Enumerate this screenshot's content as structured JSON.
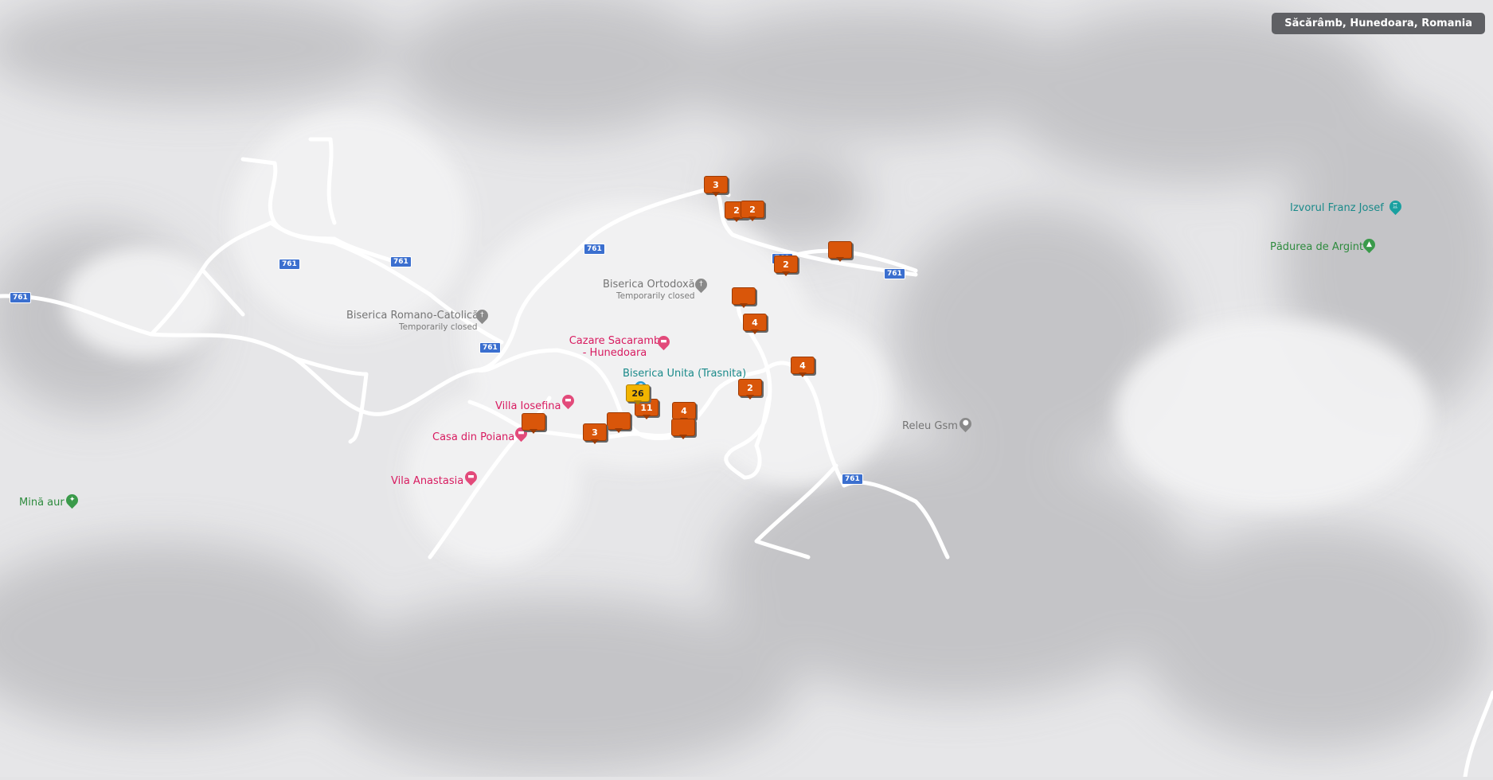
{
  "location": "Săcărâmb, Hunedoara, Romania",
  "colors": {
    "background": "#e4e4e6",
    "road": "#ffffff",
    "marker": "#d9560a",
    "marker_highlight": "#f2b400",
    "shield": "#3b6fcf",
    "poi_religious": "#757575",
    "poi_hotel": "#d81b60",
    "poi_nature": "#2e8b3e",
    "poi_spring": "#1a8a8a"
  },
  "road_shields": [
    "761",
    "761",
    "761",
    "761",
    "761",
    "761",
    "761",
    "761"
  ],
  "pois": [
    {
      "name": "Biserica Romano-Catolică",
      "sub": "Temporarily closed",
      "type": "church",
      "icon": "cross-icon"
    },
    {
      "name": "Biserica Ortodoxă",
      "sub": "Temporarily closed",
      "type": "church",
      "icon": "cross-icon"
    },
    {
      "name": "Cazare Sacaramb - Hunedoara",
      "type": "hotel",
      "icon": "bed-icon"
    },
    {
      "name": "Biserica Unita (Trasnita)",
      "type": "landmark",
      "icon": "pin-icon"
    },
    {
      "name": "Villa Iosefina",
      "type": "hotel",
      "icon": "bed-icon"
    },
    {
      "name": "Casa din Poiana",
      "type": "hotel",
      "icon": "bed-icon"
    },
    {
      "name": "Vila Anastasia",
      "type": "hotel",
      "icon": "bed-icon"
    },
    {
      "name": "Releu Gsm",
      "type": "landmark",
      "icon": "pin-icon"
    },
    {
      "name": "Izvorul Franz Josef",
      "type": "spring",
      "icon": "spring-icon"
    },
    {
      "name": "Pădurea de Argint",
      "type": "forest",
      "icon": "tree-icon"
    },
    {
      "name": "Mină aur",
      "type": "mine",
      "icon": "hiker-icon"
    }
  ],
  "markers": [
    {
      "label": "3",
      "color": "orange"
    },
    {
      "label": "2",
      "color": "orange"
    },
    {
      "label": "2",
      "color": "orange"
    },
    {
      "label": "",
      "color": "orange"
    },
    {
      "label": "2",
      "color": "orange"
    },
    {
      "label": "",
      "color": "orange"
    },
    {
      "label": "4",
      "color": "orange"
    },
    {
      "label": "4",
      "color": "orange"
    },
    {
      "label": "2",
      "color": "orange"
    },
    {
      "label": "26",
      "color": "yellow"
    },
    {
      "label": "11",
      "color": "orange"
    },
    {
      "label": "4",
      "color": "orange"
    },
    {
      "label": "",
      "color": "orange"
    },
    {
      "label": "",
      "color": "orange"
    },
    {
      "label": "",
      "color": "orange"
    },
    {
      "label": "3",
      "color": "orange"
    }
  ]
}
